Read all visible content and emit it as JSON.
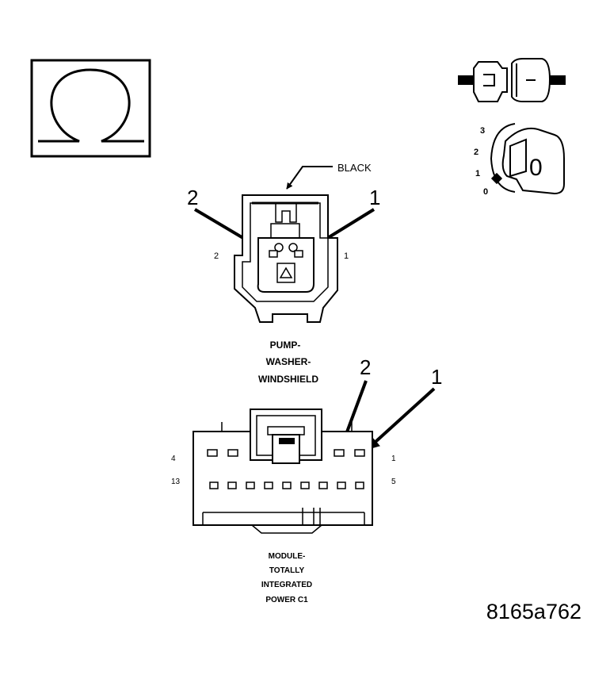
{
  "ohmmeter_symbol": {
    "icon": "ohm-icon"
  },
  "switch_legend": {
    "positions": [
      "3",
      "2",
      "1",
      "0"
    ],
    "selected_display": "0"
  },
  "pump_connector": {
    "color_callout": "BLACK",
    "callout_left": "2",
    "callout_right": "1",
    "pin_label_left": "2",
    "pin_label_right": "1",
    "caption_lines": [
      "PUMP-",
      "WASHER-",
      "WINDSHIELD"
    ]
  },
  "module_connector": {
    "callout_left": "2",
    "callout_right": "1",
    "pin_label_top_left": "4",
    "pin_label_top_right": "1",
    "pin_label_bottom_left": "13",
    "pin_label_bottom_right": "5",
    "caption_lines": [
      "MODULE-",
      "TOTALLY",
      "INTEGRATED",
      "POWER C1"
    ]
  },
  "figure_id": "8165a762"
}
